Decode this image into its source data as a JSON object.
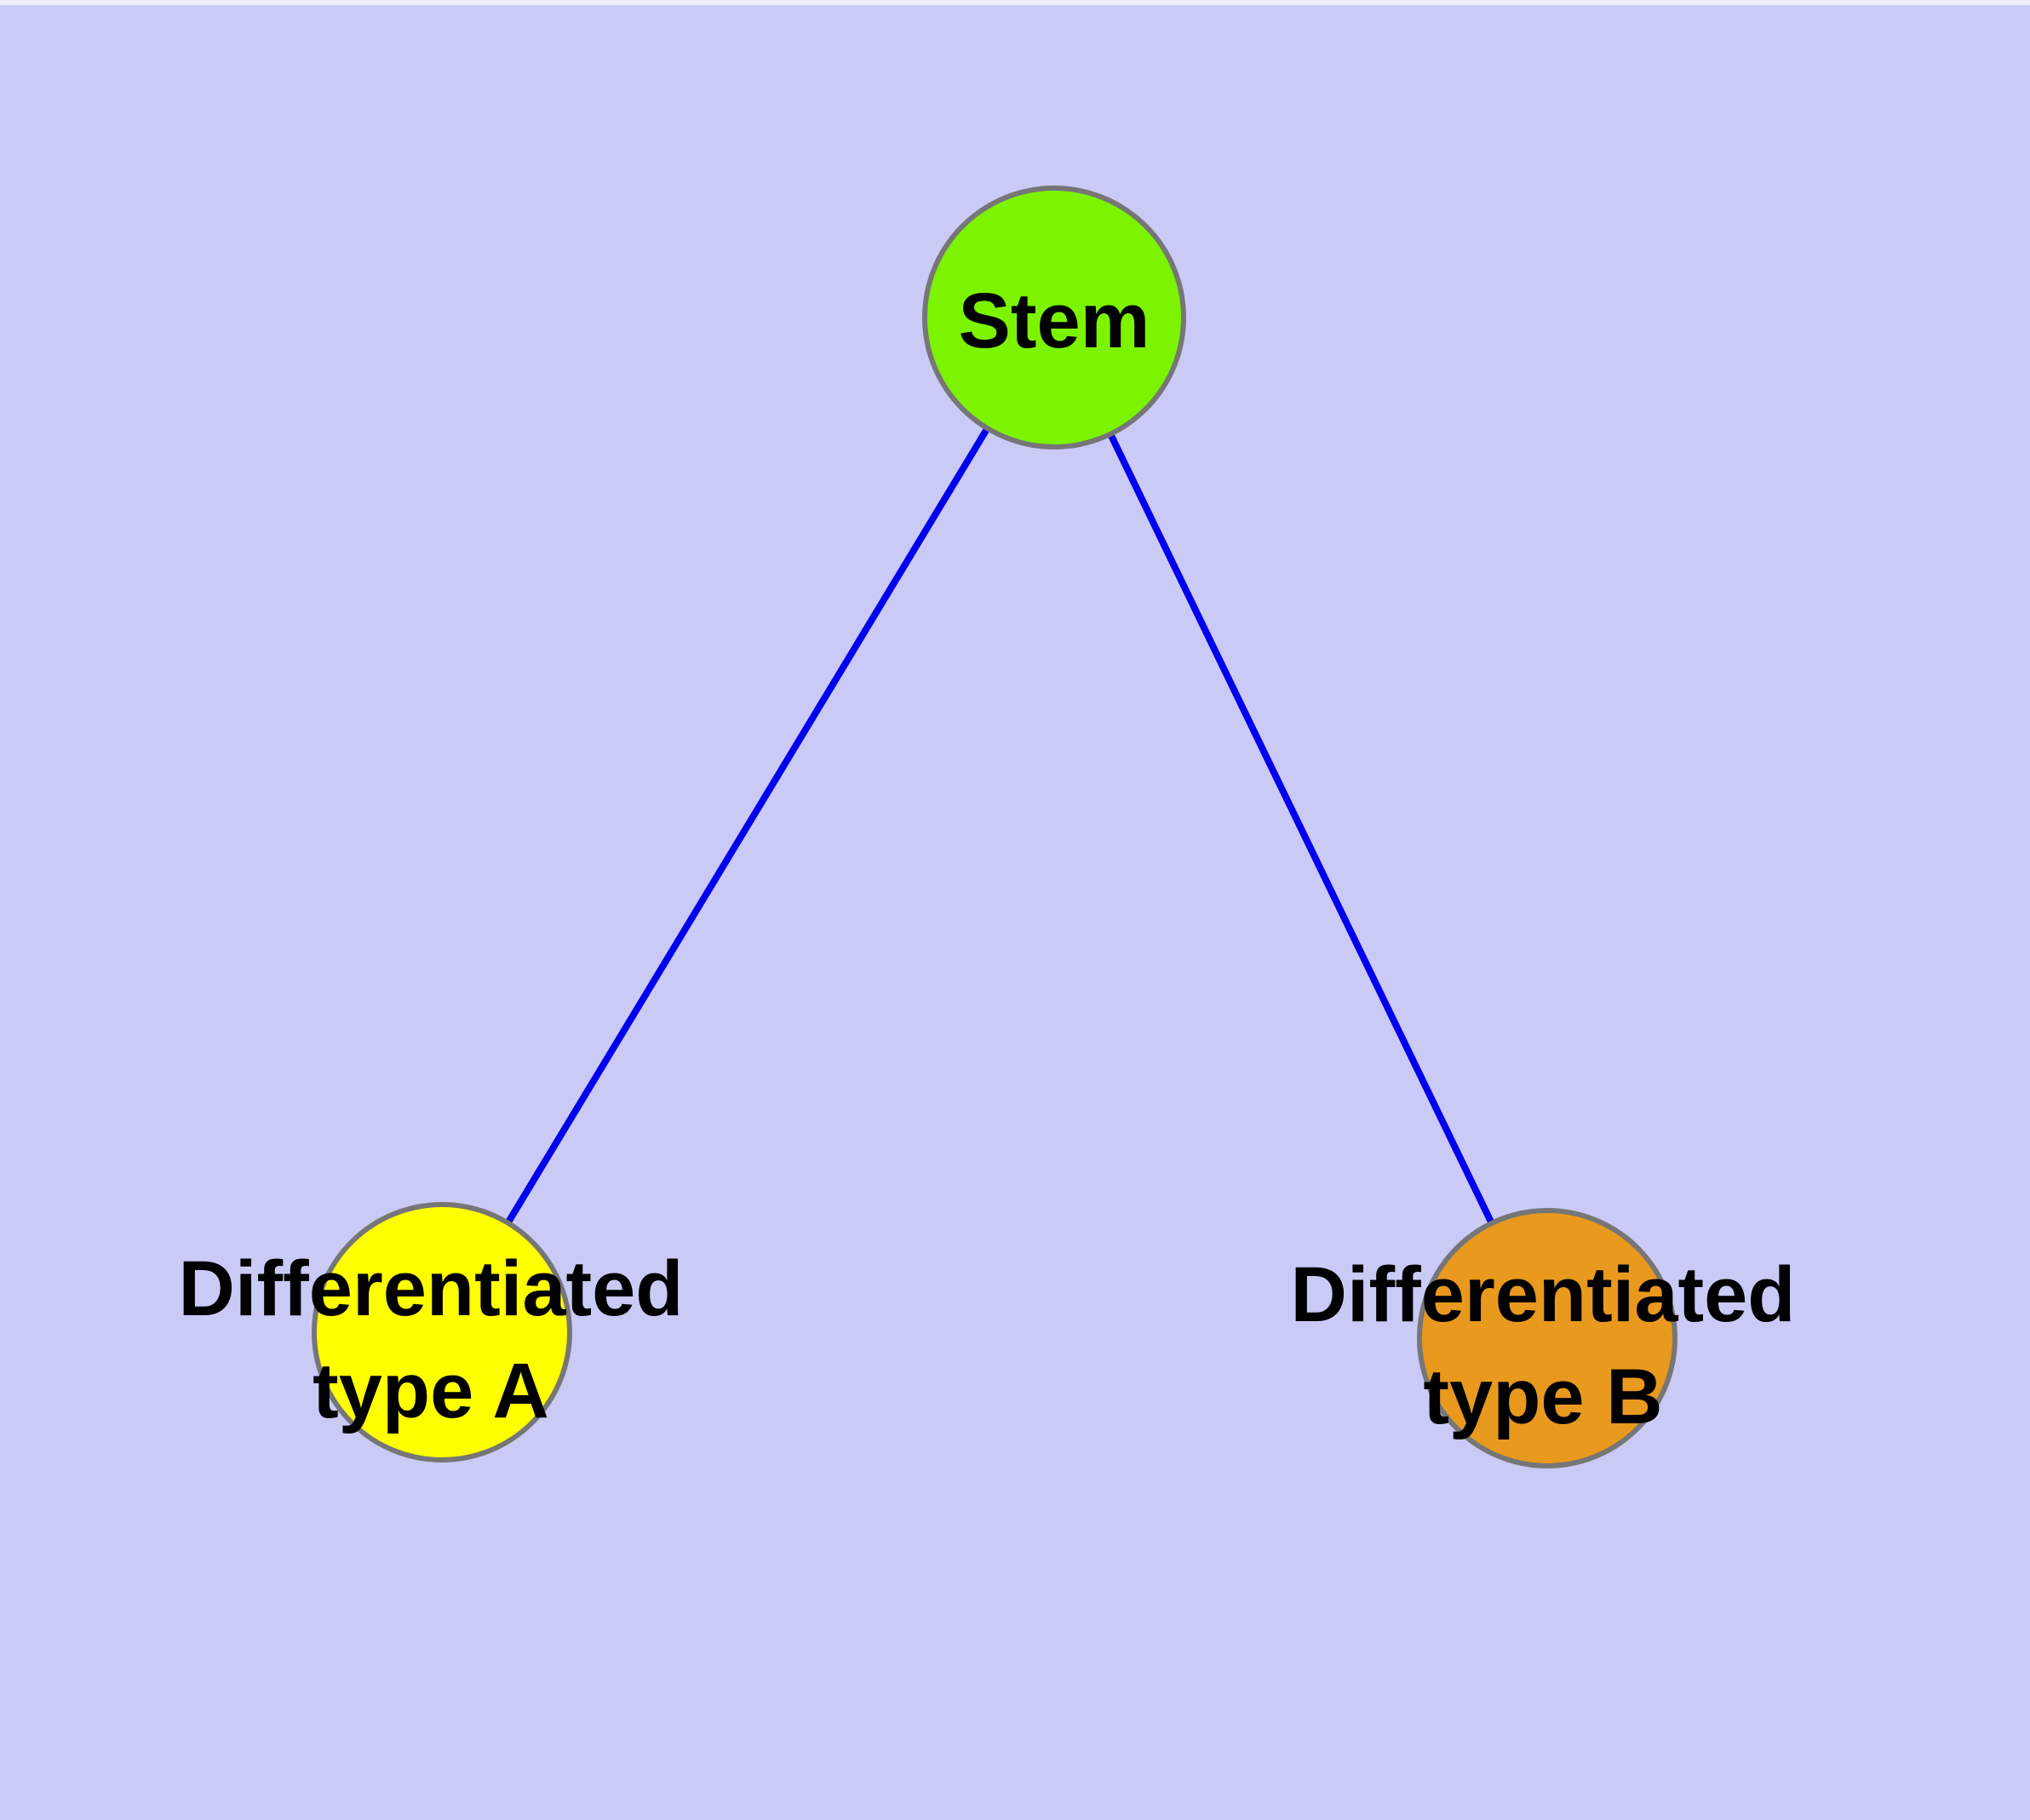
{
  "diagram": {
    "type": "node-link-tree",
    "description": "Stem cell differentiation diagram: one stem node branching to two differentiated cell type nodes",
    "nodes": {
      "stem": {
        "label": "Stem",
        "fill": "#7CF400"
      },
      "type_a": {
        "label_line1": "Differentiated",
        "label_line2": "type A",
        "fill": "#FFFF00"
      },
      "type_b": {
        "label_line1": "Differentiated",
        "label_line2": "type B",
        "fill": "#E8991E"
      }
    },
    "edges": [
      {
        "from": "Stem",
        "to": "Differentiated type A"
      },
      {
        "from": "Stem",
        "to": "Differentiated type B"
      }
    ]
  },
  "colors": {
    "background": "#CACAF7",
    "top_strip": "#F0F0FB",
    "node_border": "#767676",
    "edge": "#0000EE",
    "label_text": "#000000"
  }
}
